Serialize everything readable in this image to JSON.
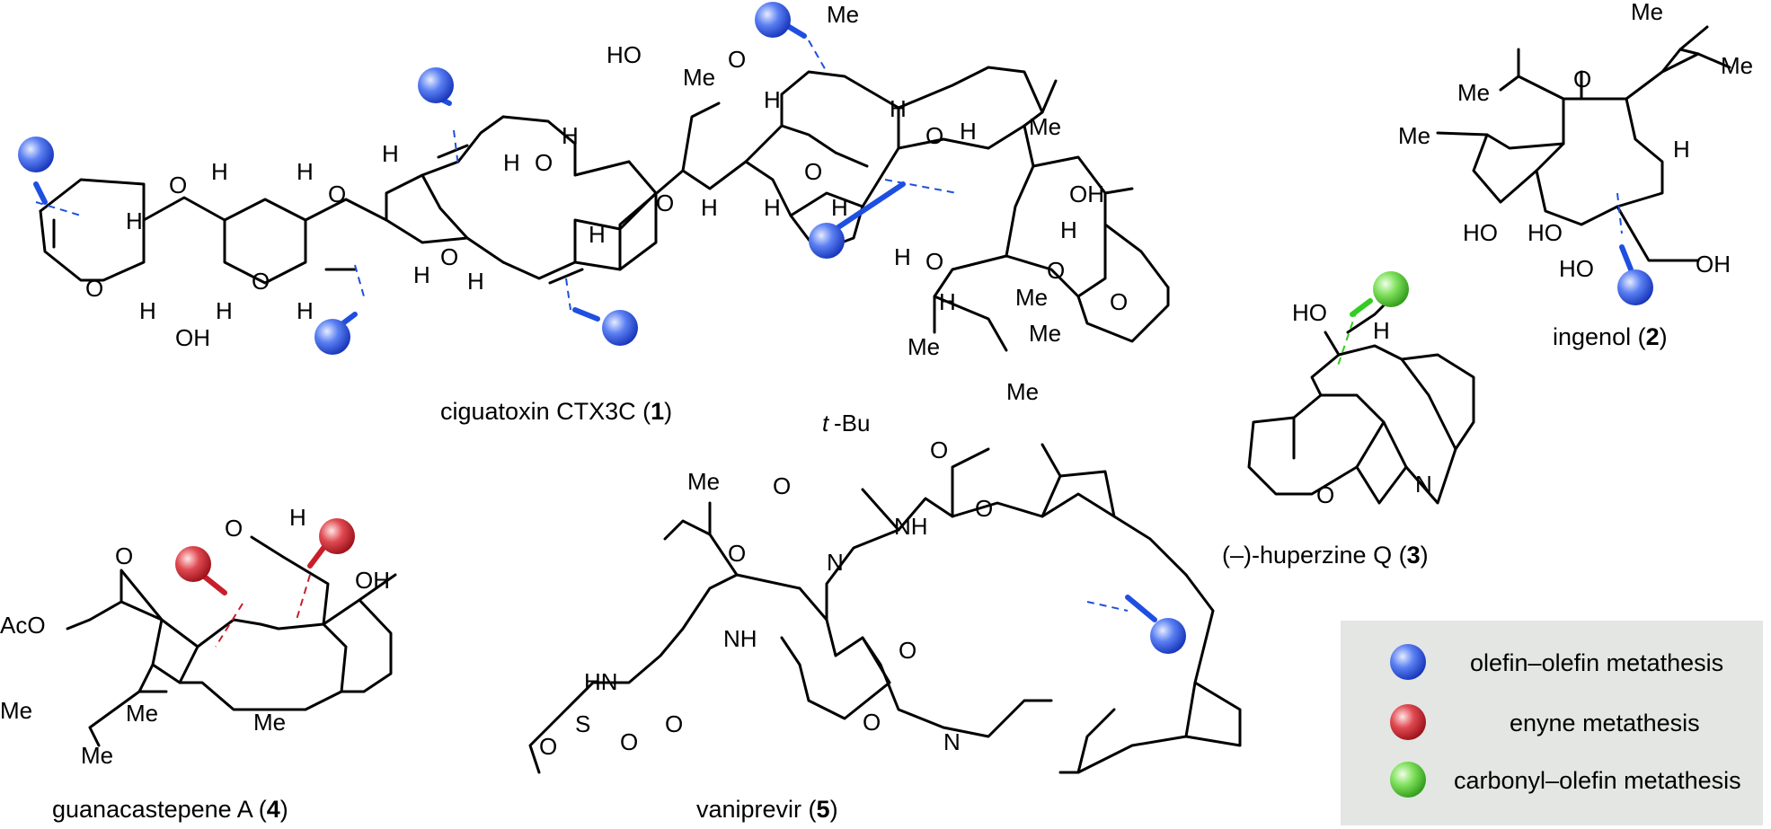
{
  "colors": {
    "olefin": "#1f4fe0",
    "enyne": "#c81e2a",
    "carbonyl": "#33cc22",
    "legend_bg": "#e3e6e3"
  },
  "compounds": {
    "c1": {
      "name": "ciguatoxin CTX3C (",
      "num": "1",
      "close": ")"
    },
    "c2": {
      "name": "ingenol (",
      "num": "2",
      "close": ")"
    },
    "c3": {
      "name": "(–)-huperzine Q (",
      "num": "3",
      "close": ")"
    },
    "c4": {
      "name": "guanacastepene A (",
      "num": "4",
      "close": ")"
    },
    "c5": {
      "name": "vaniprevir (",
      "num": "5",
      "close": ")"
    }
  },
  "atoms": {
    "O": "O",
    "H": "H",
    "HO": "HO",
    "OH": "OH",
    "Me": "Me",
    "N": "N",
    "NH": "NH",
    "HN": "HN",
    "S": "S",
    "AcO": "AcO",
    "tBu": "-Bu",
    "t": "t"
  },
  "legend": {
    "items": [
      {
        "label": "olefin–olefin metathesis",
        "color": "olefin"
      },
      {
        "label": "enyne metathesis",
        "color": "enyne"
      },
      {
        "label": "carbonyl–olefin metathesis",
        "color": "carbonyl"
      }
    ]
  }
}
